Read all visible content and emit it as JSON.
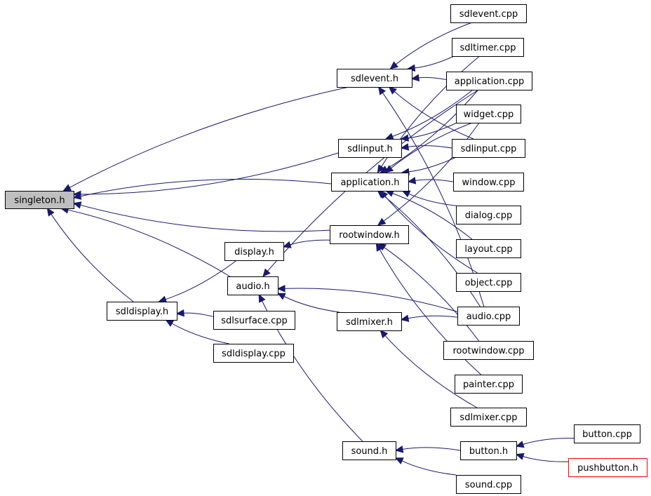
{
  "nodes": [
    {
      "id": "singleton_h",
      "label": "singleton.h",
      "style": "root"
    },
    {
      "id": "sdlevent_h",
      "label": "sdlevent.h"
    },
    {
      "id": "sdlinput_h",
      "label": "sdlinput.h"
    },
    {
      "id": "application_h",
      "label": "application.h"
    },
    {
      "id": "rootwindow_h",
      "label": "rootwindow.h"
    },
    {
      "id": "display_h",
      "label": "display.h"
    },
    {
      "id": "audio_h",
      "label": "audio.h"
    },
    {
      "id": "sdldisplay_h",
      "label": "sdldisplay.h"
    },
    {
      "id": "sdlmixer_h",
      "label": "sdlmixer.h"
    },
    {
      "id": "sound_h",
      "label": "sound.h"
    },
    {
      "id": "button_h",
      "label": "button.h"
    },
    {
      "id": "pushbutton_h",
      "label": "pushbutton.h",
      "style": "alt"
    },
    {
      "id": "sdlevent_cpp",
      "label": "sdlevent.cpp"
    },
    {
      "id": "sdltimer_cpp",
      "label": "sdltimer.cpp"
    },
    {
      "id": "application_cpp",
      "label": "application.cpp"
    },
    {
      "id": "widget_cpp",
      "label": "widget.cpp"
    },
    {
      "id": "sdlinput_cpp",
      "label": "sdlinput.cpp"
    },
    {
      "id": "window_cpp",
      "label": "window.cpp"
    },
    {
      "id": "dialog_cpp",
      "label": "dialog.cpp"
    },
    {
      "id": "layout_cpp",
      "label": "layout.cpp"
    },
    {
      "id": "object_cpp",
      "label": "object.cpp"
    },
    {
      "id": "audio_cpp",
      "label": "audio.cpp"
    },
    {
      "id": "rootwindow_cpp",
      "label": "rootwindow.cpp"
    },
    {
      "id": "painter_cpp",
      "label": "painter.cpp"
    },
    {
      "id": "sdlmixer_cpp",
      "label": "sdlmixer.cpp"
    },
    {
      "id": "sdlsurface_cpp",
      "label": "sdlsurface.cpp"
    },
    {
      "id": "sdldisplay_cpp",
      "label": "sdldisplay.cpp"
    },
    {
      "id": "button_cpp",
      "label": "button.cpp"
    },
    {
      "id": "sound_cpp",
      "label": "sound.cpp"
    }
  ],
  "edges": [
    {
      "from": "sdlevent_h",
      "to": "singleton_h"
    },
    {
      "from": "sdlinput_h",
      "to": "singleton_h"
    },
    {
      "from": "application_h",
      "to": "singleton_h"
    },
    {
      "from": "rootwindow_h",
      "to": "singleton_h"
    },
    {
      "from": "audio_h",
      "to": "singleton_h"
    },
    {
      "from": "sdldisplay_h",
      "to": "singleton_h"
    },
    {
      "from": "sdlevent_cpp",
      "to": "sdlevent_h"
    },
    {
      "from": "sdltimer_cpp",
      "to": "sdlevent_h"
    },
    {
      "from": "application_cpp",
      "to": "sdlevent_h"
    },
    {
      "from": "sdlinput_cpp",
      "to": "sdlevent_h"
    },
    {
      "from": "audio_cpp",
      "to": "sdlevent_h"
    },
    {
      "from": "widget_cpp",
      "to": "sdlinput_h"
    },
    {
      "from": "sdlinput_cpp",
      "to": "sdlinput_h"
    },
    {
      "from": "application_cpp",
      "to": "sdlinput_h"
    },
    {
      "from": "sdltimer_cpp",
      "to": "application_h"
    },
    {
      "from": "application_cpp",
      "to": "application_h"
    },
    {
      "from": "widget_cpp",
      "to": "application_h"
    },
    {
      "from": "sdlinput_cpp",
      "to": "application_h"
    },
    {
      "from": "window_cpp",
      "to": "application_h"
    },
    {
      "from": "dialog_cpp",
      "to": "application_h"
    },
    {
      "from": "layout_cpp",
      "to": "application_h"
    },
    {
      "from": "object_cpp",
      "to": "application_h"
    },
    {
      "from": "audio_cpp",
      "to": "application_h"
    },
    {
      "from": "widget_cpp",
      "to": "rootwindow_h"
    },
    {
      "from": "rootwindow_cpp",
      "to": "rootwindow_h"
    },
    {
      "from": "painter_cpp",
      "to": "rootwindow_h"
    },
    {
      "from": "rootwindow_h",
      "to": "display_h"
    },
    {
      "from": "display_h",
      "to": "sdldisplay_h"
    },
    {
      "from": "sdlsurface_cpp",
      "to": "sdldisplay_h"
    },
    {
      "from": "sdldisplay_cpp",
      "to": "sdldisplay_h"
    },
    {
      "from": "application_cpp",
      "to": "audio_h"
    },
    {
      "from": "sdlmixer_h",
      "to": "audio_h"
    },
    {
      "from": "audio_cpp",
      "to": "audio_h"
    },
    {
      "from": "sound_h",
      "to": "audio_h"
    },
    {
      "from": "audio_cpp",
      "to": "sdlmixer_h"
    },
    {
      "from": "sdlmixer_cpp",
      "to": "sdlmixer_h"
    },
    {
      "from": "button_h",
      "to": "sound_h"
    },
    {
      "from": "sound_cpp",
      "to": "sound_h"
    },
    {
      "from": "button_cpp",
      "to": "button_h"
    },
    {
      "from": "pushbutton_h",
      "to": "button_h"
    }
  ],
  "colors": {
    "edge": "#191970",
    "root_fill": "#bfbfbf",
    "alt_border": "#ff0000",
    "node_border": "#000000"
  }
}
